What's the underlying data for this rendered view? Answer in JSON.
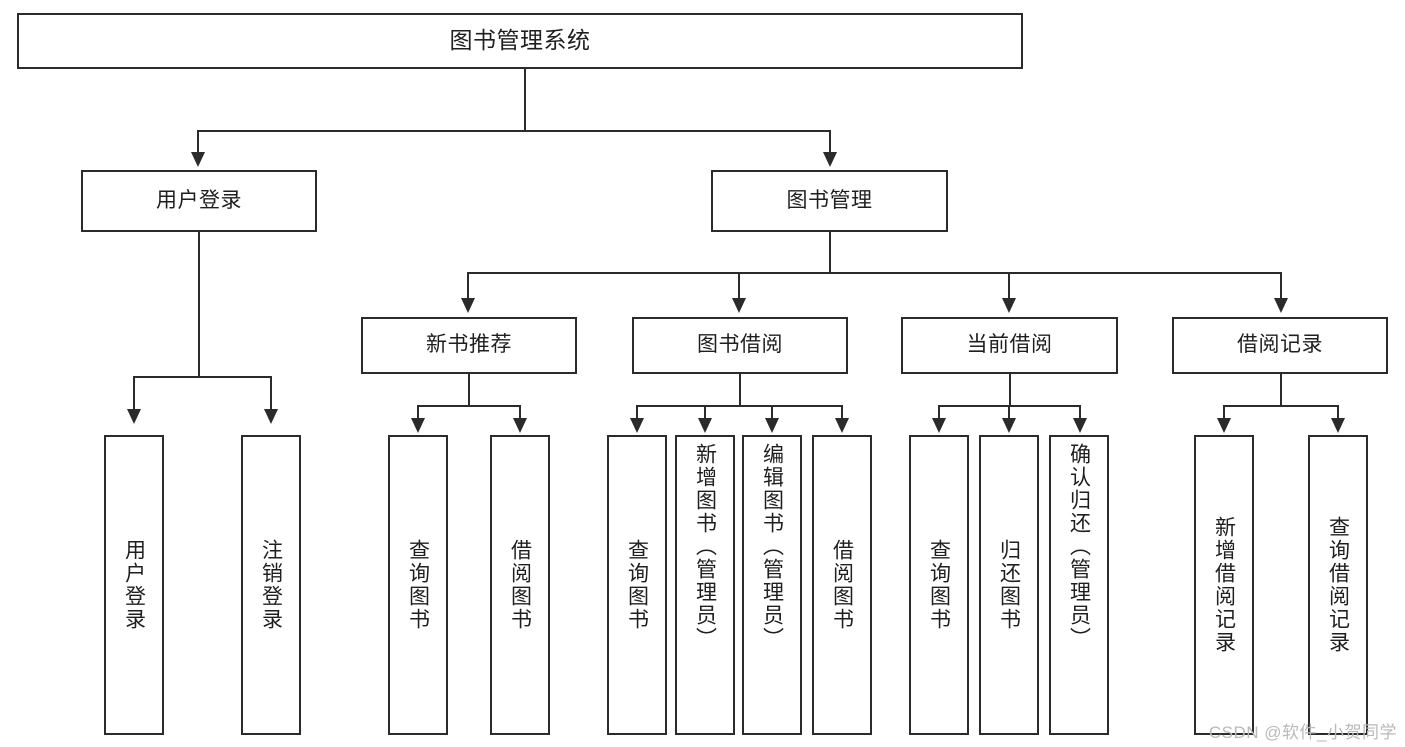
{
  "diagram": {
    "type": "tree-hierarchy-chart",
    "title": "图书管理系统",
    "watermark": "CSDN @软件_小贺同学",
    "colors": {
      "box_border": "#2b2b2b",
      "box_fill": "#ffffff",
      "text": "#1f1f1f",
      "connector": "#2b2b2b",
      "watermark": "#b9b9b9",
      "background": "#ffffff"
    }
  },
  "root": {
    "label": "图书管理系统"
  },
  "level2": [
    {
      "label": "用户登录"
    },
    {
      "label": "图书管理"
    }
  ],
  "level3": [
    {
      "label": "新书推荐"
    },
    {
      "label": "图书借阅"
    },
    {
      "label": "当前借阅"
    },
    {
      "label": "借阅记录"
    }
  ],
  "leaves": {
    "user_login": [
      {
        "label": "用户登录"
      },
      {
        "label": "注销登录"
      }
    ],
    "new_book": [
      {
        "label": "查询图书"
      },
      {
        "label": "借阅图书"
      }
    ],
    "borrow_book": [
      {
        "label": "查询图书"
      },
      {
        "label": "新增图书（管理员）"
      },
      {
        "label": "编辑图书（管理员）"
      },
      {
        "label": "借阅图书"
      }
    ],
    "current_borrow": [
      {
        "label": "查询图书"
      },
      {
        "label": "归还图书"
      },
      {
        "label": "确认归还（管理员）"
      }
    ],
    "borrow_record": [
      {
        "label": "新增借阅记录"
      },
      {
        "label": "查询借阅记录"
      }
    ]
  }
}
